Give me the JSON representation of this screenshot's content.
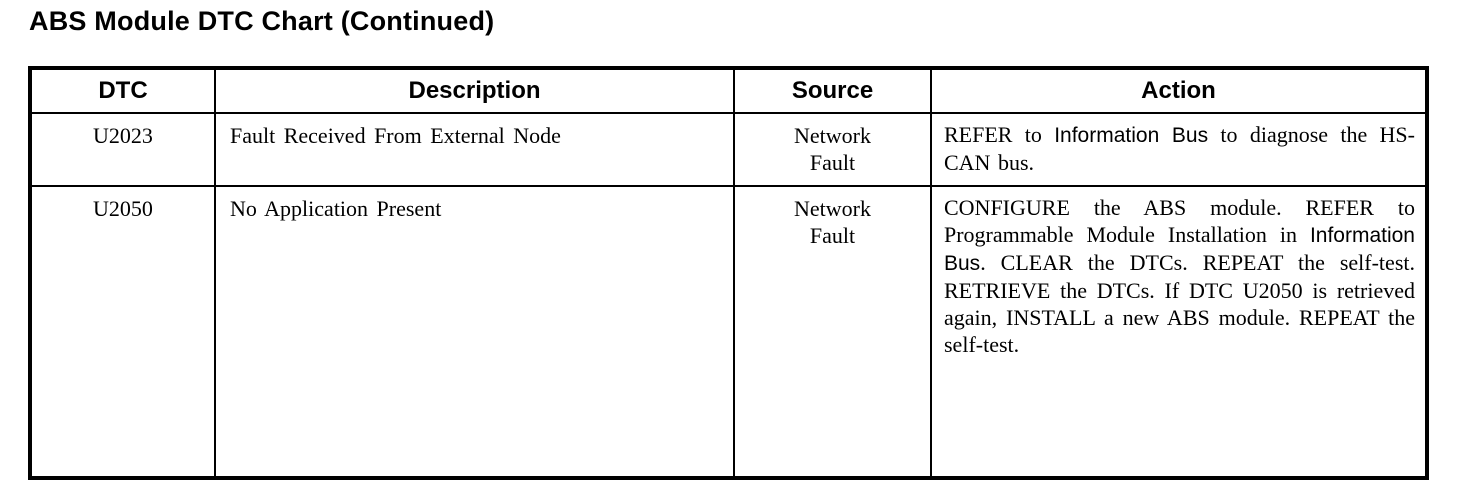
{
  "page_title": "ABS Module DTC Chart (Continued)",
  "colors": {
    "text": "#000000",
    "background": "#ffffff",
    "border": "#000000"
  },
  "table": {
    "columns": [
      {
        "key": "dtc",
        "label": "DTC"
      },
      {
        "key": "description",
        "label": "Description"
      },
      {
        "key": "source",
        "label": "Source"
      },
      {
        "key": "action",
        "label": "Action"
      }
    ],
    "rows": [
      {
        "dtc": "U2023",
        "description": "Fault Received From External Node",
        "source": "Network\nFault",
        "action_segments": [
          {
            "text": "REFER to ",
            "style": "serif"
          },
          {
            "text": "Information Bus",
            "style": "sans"
          },
          {
            "text": " to diagnose the HS-CAN bus.",
            "style": "serif"
          }
        ]
      },
      {
        "dtc": "U2050",
        "description": "No Application Present",
        "source": "Network\nFault",
        "action_segments": [
          {
            "text": "CONFIGURE the ABS module. REFER to Programmable Module Installation in ",
            "style": "serif"
          },
          {
            "text": "Information Bus",
            "style": "sans"
          },
          {
            "text": ". CLEAR the DTCs. REPEAT the self-test. RETRIEVE the DTCs. If DTC U2050 is retrieved again, INSTALL a new ABS module. REPEAT the self-test.",
            "style": "serif"
          }
        ]
      }
    ]
  }
}
